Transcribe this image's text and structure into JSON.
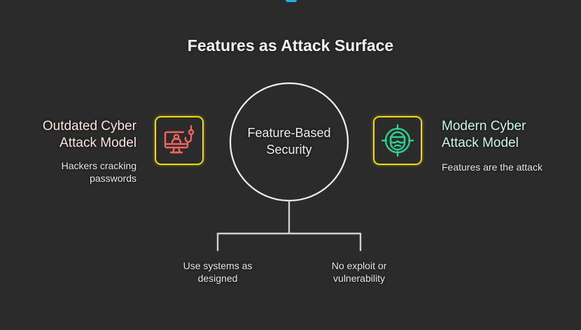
{
  "title": "Features as Attack Surface",
  "center": {
    "label": "Feature-Based Security"
  },
  "left": {
    "heading": "Outdated Cyber Attack Model",
    "heading_line1": "Outdated Cyber",
    "heading_line2": "Attack Model",
    "description_line1": "Hackers cracking",
    "description_line2": "passwords",
    "icon": "monitor-phishing-hook-icon",
    "icon_color": "#f06560"
  },
  "right": {
    "heading_line1": "Modern Cyber",
    "heading_line2": "Attack Model",
    "description": "Features are the attack",
    "icon": "hacker-crosshair-icon",
    "icon_color": "#2ecf8f"
  },
  "branches": [
    {
      "line1": "Use systems as",
      "line2": "designed"
    },
    {
      "line1": "No exploit or",
      "line2": "vulnerability"
    }
  ],
  "colors": {
    "background": "#2b2b2b",
    "icon_border": "#f2d80e",
    "accent_top": "#22b3e6",
    "lines": "#d9d9d9"
  }
}
